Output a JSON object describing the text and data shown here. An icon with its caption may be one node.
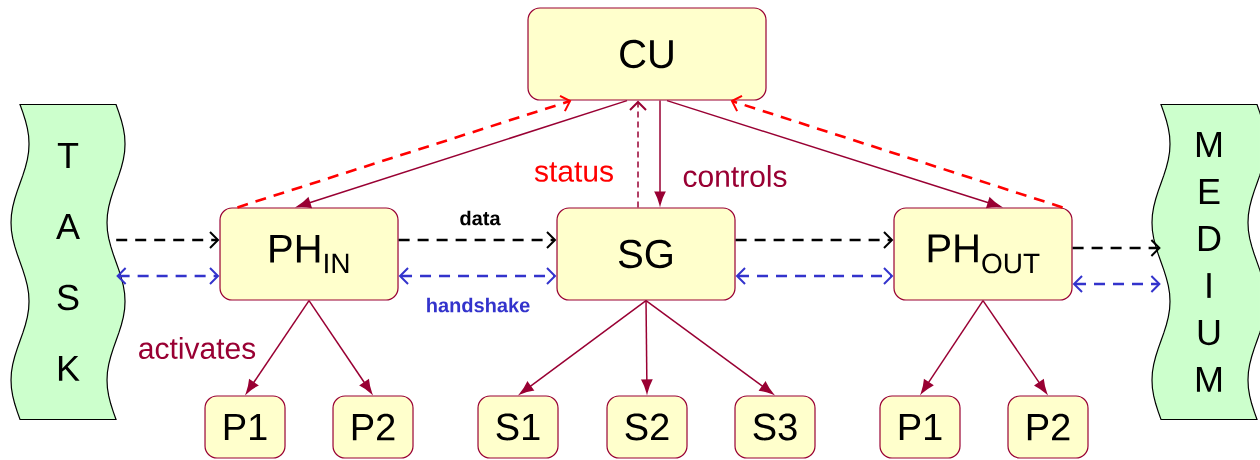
{
  "diagram": {
    "nodes": [
      {
        "text": [
          "CU"
        ]
      },
      {
        "text": [
          "T A S K"
        ]
      },
      {
        "text": [
          "PH$_{IN}$"
        ]
      },
      {
        "text": [
          "SG"
        ]
      },
      {
        "text": [
          "PH$_{OUT}$"
        ]
      },
      {
        "text": [
          "M E D I U M"
        ]
      },
      {
        "text": [
          "P1"
        ]
      },
      {
        "text": [
          "P2"
        ]
      },
      {
        "text": [
          "S1"
        ]
      },
      {
        "text": [
          "S2"
        ]
      },
      {
        "text": [
          "S3"
        ]
      },
      {
        "text": [
          "P1"
        ]
      },
      {
        "text": [
          "P2"
        ]
      }
    ],
    "edges": [
      {
        "from": 0,
        "to": 2,
        "arrow": "to"
      },
      {
        "from": 2,
        "to": 0,
        "arrow": "to",
        "style": "dashed",
        "color": "#ff0000"
      },
      {
        "from": 3,
        "to": 0,
        "arrow": "to",
        "style": "dashed",
        "label": "status"
      },
      {
        "from": 0,
        "to": 3,
        "arrow": "to",
        "label": "controls"
      },
      {
        "from": 0,
        "to": 4,
        "arrow": "to"
      },
      {
        "from": 4,
        "to": 0,
        "arrow": "to",
        "style": "dashed",
        "color": "#ff0000"
      },
      {
        "from": 1,
        "to": 2,
        "arrow": "to",
        "style": "dashed",
        "color": "#000000"
      },
      {
        "from": 1,
        "to": 2,
        "arrow": "both",
        "style": "dashed",
        "color": "#3333cc"
      },
      {
        "from": 2,
        "to": 3,
        "arrow": "to",
        "style": "dashed",
        "color": "#000000",
        "label": "data"
      },
      {
        "from": 2,
        "to": 3,
        "arrow": "both",
        "style": "dashed",
        "color": "#3333cc",
        "label": "handshake"
      },
      {
        "from": 3,
        "to": 4,
        "arrow": "to",
        "style": "dashed",
        "color": "#000000"
      },
      {
        "from": 3,
        "to": 4,
        "arrow": "both",
        "style": "dashed",
        "color": "#3333cc"
      },
      {
        "from": 4,
        "to": 5,
        "arrow": "to",
        "style": "dashed",
        "color": "#000000"
      },
      {
        "from": 4,
        "to": 5,
        "arrow": "both",
        "style": "dashed",
        "color": "#3333cc"
      },
      {
        "from": 2,
        "to": 6,
        "arrow": "to",
        "label": "activates"
      },
      {
        "from": 2,
        "to": 7,
        "arrow": "to"
      },
      {
        "from": 3,
        "to": 8,
        "arrow": "to"
      },
      {
        "from": 3,
        "to": 9,
        "arrow": "to"
      },
      {
        "from": 3,
        "to": 10,
        "arrow": "to"
      },
      {
        "from": 4,
        "to": 11,
        "arrow": "to"
      },
      {
        "from": 4,
        "to": 12,
        "arrow": "to"
      }
    ]
  }
}
